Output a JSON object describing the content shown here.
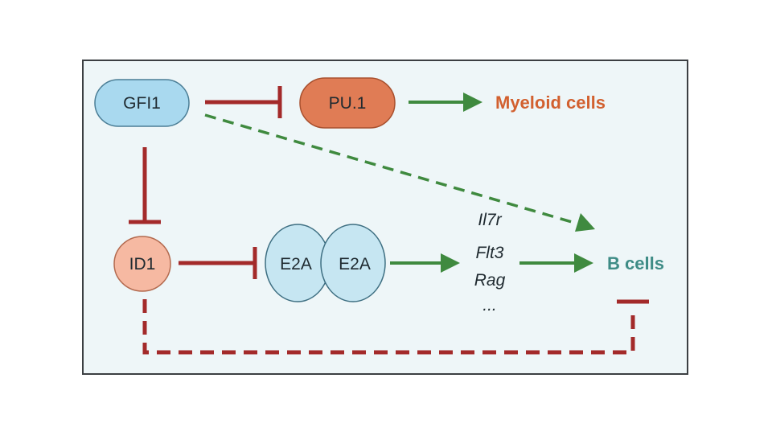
{
  "nodes": {
    "gfi1": "GFI1",
    "pu1": "PU.1",
    "id1": "ID1",
    "e2a_left": "E2A",
    "e2a_right": "E2A"
  },
  "outcomes": {
    "myeloid": "Myeloid cells",
    "bcells": "B cells"
  },
  "genes": [
    "Il7r",
    "Flt3",
    "Rag",
    "..."
  ],
  "colors": {
    "panel_bg": "#eef6f8",
    "panel_border": "#3b3f42",
    "gfi1_fill": "#a9d9ef",
    "pu1_fill": "#e07c55",
    "id1_fill": "#f6b9a2",
    "e2a_fill": "#c6e6f2",
    "inhibit": "#a32a2a",
    "activate": "#3f8a3f",
    "myeloid_text": "#d2602f",
    "bcells_text": "#3e8c86"
  }
}
